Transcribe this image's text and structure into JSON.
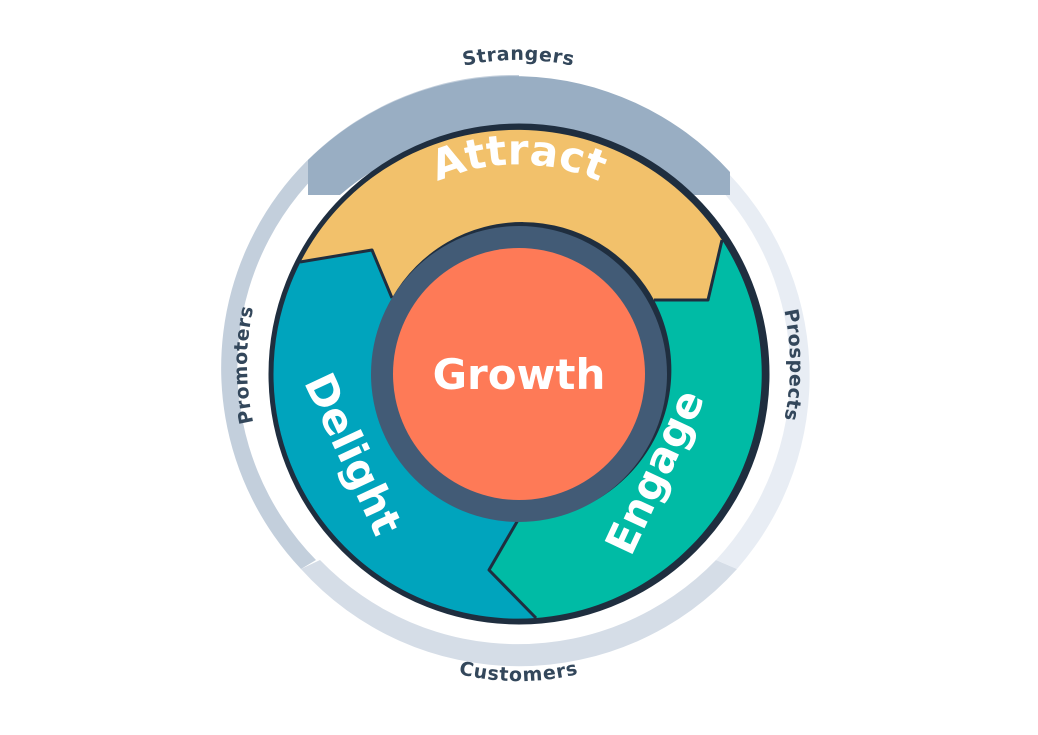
{
  "diagram": {
    "center": {
      "label": "Growth",
      "color": "#fe7a57"
    },
    "stages": [
      {
        "key": "attract",
        "label": "Attract",
        "color": "#f2c16b"
      },
      {
        "key": "engage",
        "label": "Engage",
        "color": "#00bba5"
      },
      {
        "key": "delight",
        "label": "Delight",
        "color": "#00a4bd"
      }
    ],
    "audiences": [
      {
        "key": "strangers",
        "label": "Strangers",
        "color": "#99aec3"
      },
      {
        "key": "prospects",
        "label": "Prospects",
        "color": "#e8edf4"
      },
      {
        "key": "customers",
        "label": "Customers",
        "color": "#d5dde7"
      },
      {
        "key": "promoters",
        "label": "Promoters",
        "color": "#c3cfdc"
      }
    ],
    "colors": {
      "outline": "#1f2e3f",
      "hub_ring": "#425b76",
      "label_text": "#ffffff",
      "outer_text": "#33475b"
    }
  }
}
